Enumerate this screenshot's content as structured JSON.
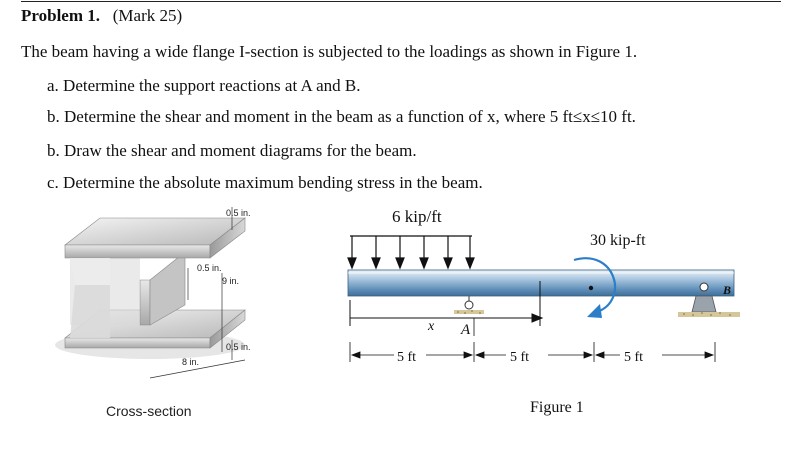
{
  "problem": {
    "title": "Problem 1.",
    "mark": "(Mark 25)",
    "intro": "The beam having a wide flange I-section is subjected to the loadings as shown in Figure 1.",
    "parts": [
      "a. Determine the support reactions at A and B.",
      "b. Determine the shear and moment in the beam as a function of x, where 5 ft≤x≤10 ft.",
      "b.  Draw the shear and moment diagrams for the beam.",
      "c. Determine the absolute maximum bending stress in the beam."
    ]
  },
  "cross_section": {
    "caption": "Cross-section",
    "dims": {
      "top_flange": "0.5 in.",
      "web": "0.5 in.",
      "depth": "9 in.",
      "bottom_flange": "0.5 in.",
      "width": "8 in."
    }
  },
  "figure": {
    "caption": "Figure 1",
    "distributed_load": "6 kip/ft",
    "moment": "30 kip-ft",
    "support_a": "A",
    "support_b": "B",
    "x_label": "x",
    "spans": [
      "5 ft",
      "5 ft",
      "5 ft"
    ]
  }
}
